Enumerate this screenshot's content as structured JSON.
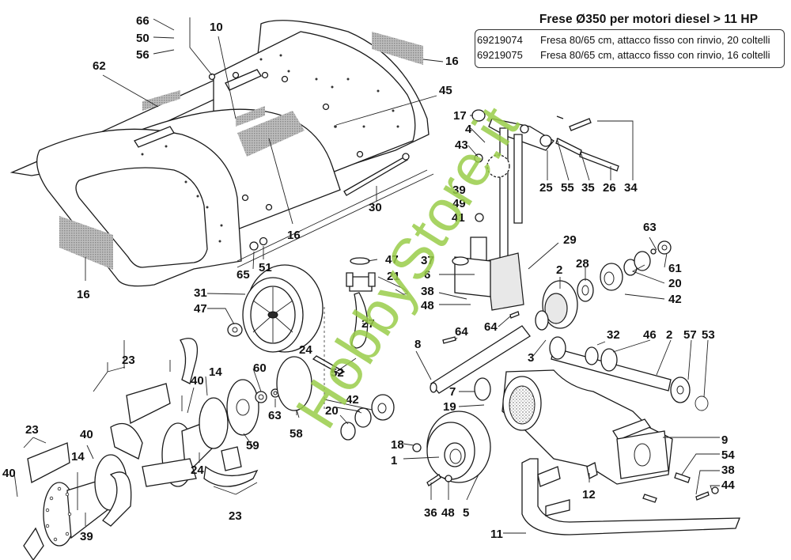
{
  "header": {
    "title": "Frese Ø350 per motori diesel > 11 HP"
  },
  "models": [
    {
      "code": "69219074",
      "description": "Fresa 80/65 cm, attacco fisso con rinvio, 20 coltelli"
    },
    {
      "code": "69219075",
      "description": "Fresa 80/65 cm, attacco fisso con rinvio, 16 coltelli"
    }
  ],
  "watermark": "HobbyStore.it",
  "colors": {
    "watermark": "#9acd4a",
    "line": "#1a1a1a",
    "background": "#ffffff"
  },
  "callouts": {
    "c66": "66",
    "c50": "50",
    "c56": "56",
    "c10": "10",
    "c62": "62",
    "c16a": "16",
    "c16b": "16",
    "c16c": "16",
    "c45": "45",
    "c30": "30",
    "c65": "65",
    "c51": "51",
    "c31": "31",
    "c47a": "47",
    "c47b": "47",
    "c27": "27",
    "c21": "21",
    "c24a": "24",
    "c52": "52",
    "c17": "17",
    "c4": "4",
    "c43": "43",
    "c39": "39",
    "c49": "49",
    "c41": "41",
    "c25": "25",
    "c55": "55",
    "c35": "35",
    "c26": "26",
    "c34": "34",
    "c29": "29",
    "c37": "37",
    "c6": "6",
    "c38a": "38",
    "c48a": "48",
    "c63a": "63",
    "c61": "61",
    "c20a": "20",
    "c42a": "42",
    "c28": "28",
    "c2a": "2",
    "c64a": "64",
    "c64b": "64",
    "c8": "8",
    "c3": "3",
    "c32": "32",
    "c46": "46",
    "c2b": "2",
    "c57": "57",
    "c53": "53",
    "c23a": "23",
    "c23b": "23",
    "c23c": "23",
    "c14a": "14",
    "c14b": "14",
    "c40a": "40",
    "c40b": "40",
    "c40c": "40",
    "c60": "60",
    "c63b": "63",
    "c59": "59",
    "c58": "58",
    "c24b": "24",
    "c39b": "39",
    "c42b": "42",
    "c20b": "20",
    "c7": "7",
    "c19": "19",
    "c18": "18",
    "c1": "1",
    "c36": "36",
    "c48b": "48",
    "c5": "5",
    "c12": "12",
    "c11": "11",
    "c9": "9",
    "c54": "54",
    "c38b": "38",
    "c44": "44"
  }
}
